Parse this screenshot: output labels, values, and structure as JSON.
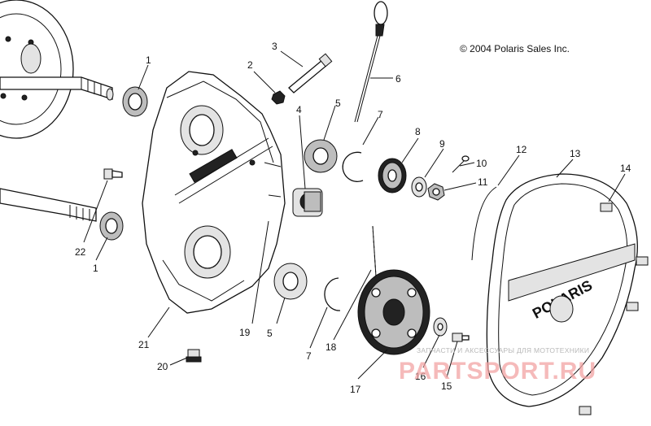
{
  "copyright": "© 2004 Polaris Sales Inc.",
  "brand_on_cover": "POLARIS",
  "watermark": {
    "line1": "ЗАПЧАСТИ И АКСЕССУАРЫ ДЛЯ МОТОТЕХНИКИ",
    "line2": "PARTSPORT.RU"
  },
  "callouts": [
    "1",
    "2",
    "3",
    "4",
    "5",
    "6",
    "7",
    "8",
    "9",
    "10",
    "11",
    "12",
    "13",
    "14",
    "22",
    "1",
    "21",
    "19",
    "5",
    "7",
    "18",
    "17",
    "16",
    "15",
    "20"
  ]
}
